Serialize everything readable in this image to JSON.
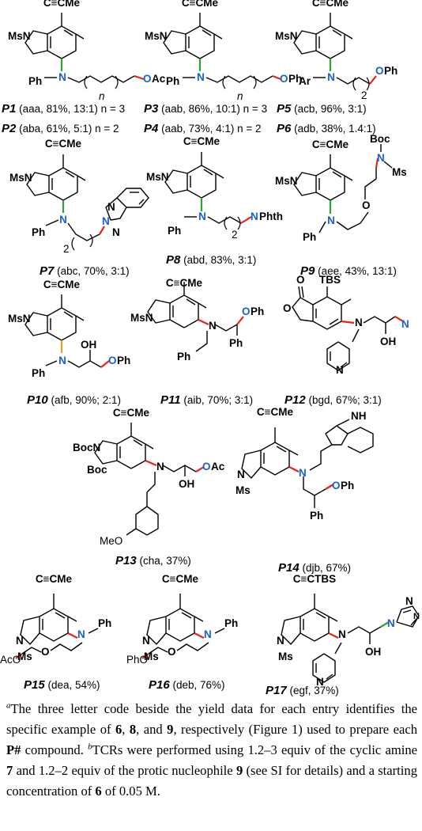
{
  "colors": {
    "bond_green": "#29a532",
    "bond_red": "#e4241b",
    "atom_blue": "#1a5fd0",
    "ink": "#000000"
  },
  "groups": {
    "alkyne": "C≡CMe",
    "alkyne_tbs": "C≡CTBS",
    "ms_n": "MsN",
    "boc_n": "BocN",
    "ms": "Ms",
    "boc": "Boc",
    "ph": "Ph",
    "ar": "Ar",
    "n": "N",
    "o": "O",
    "oh": "OH",
    "nh": "NH",
    "tbs": "TBS",
    "oac": "OAc",
    "oph": "OPh",
    "nphth": "NPhth",
    "aco": "AcO",
    "pho": "PhO",
    "meo": "MeO",
    "sub_n": "n",
    "sub_2": "2"
  },
  "compounds": {
    "P1": {
      "label": "P1",
      "info": " (aaa, 81%, 13:1) n = 3"
    },
    "P2": {
      "label": "P2",
      "info": " (aba, 61%, 5:1) n = 2"
    },
    "P3": {
      "label": "P3",
      "info": " (aab, 86%, 10:1) n = 3"
    },
    "P4": {
      "label": "P4",
      "info": " (aab, 73%, 4:1) n = 2"
    },
    "P5": {
      "label": "P5",
      "info": " (acb, 96%, 3:1)"
    },
    "P6": {
      "label": "P6",
      "info": " (adb, 38%, 1.4:1)"
    },
    "P7": {
      "label": "P7",
      "info": " (abc, 70%, 3:1)"
    },
    "P8": {
      "label": "P8",
      "info": " (abd, 83%, 3:1)"
    },
    "P9": {
      "label": "P9",
      "info": " (aee, 43%, 13:1)"
    },
    "P10": {
      "label": "P10",
      "info": " (afb, 90%; 2:1)"
    },
    "P11": {
      "label": "P11",
      "info": " (aib, 70%; 3:1)"
    },
    "P12": {
      "label": "P12",
      "info": " (bgd, 67%; 3:1)"
    },
    "P13": {
      "label": "P13",
      "info": " (cha, 37%)"
    },
    "P14": {
      "label": "P14",
      "info": " (djb, 67%)"
    },
    "P15": {
      "label": "P15",
      "info": " (dea, 54%)"
    },
    "P16": {
      "label": "P16",
      "info": " (deb, 76%)"
    },
    "P17": {
      "label": "P17",
      "info": " (egf, 37%)"
    }
  },
  "footnote": {
    "a_mark": "a",
    "a_text_1": "The three letter code beside the yield data for each entry identifies the specific example of ",
    "num_6": "6",
    "sep_1": ", ",
    "num_8": "8",
    "sep_2": ", and ",
    "num_9": "9",
    "a_text_2": ", respectively (Figure 1) used to prepare each ",
    "p_hash": "P#",
    "a_text_3": " compound. ",
    "b_mark": "b",
    "b_text_1": "TCRs were performed using 1.2–3 equiv of the cyclic amine ",
    "num_7": "7",
    "b_text_2": " and 1.2–2 equiv of the protic nucleophile ",
    "num_9b": "9",
    "b_text_3": " (see SI for details) and a starting concentration of ",
    "num_6b": "6",
    "b_text_4": " of 0.05 M."
  }
}
